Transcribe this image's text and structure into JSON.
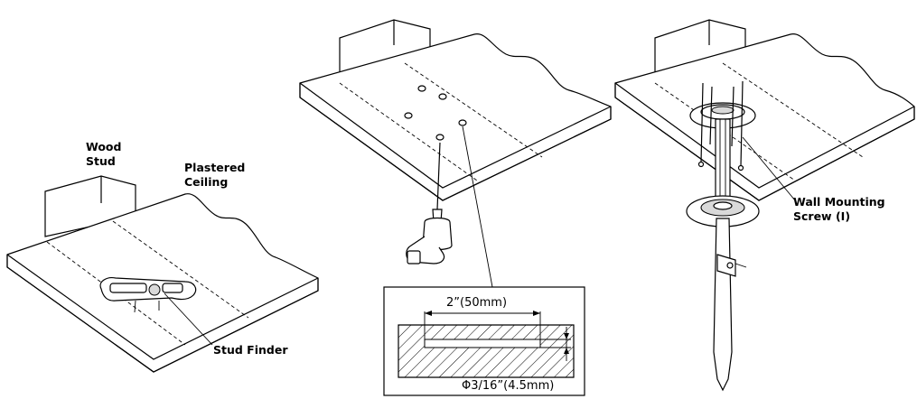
{
  "panel1": {
    "wood_stud_line1": "Wood",
    "wood_stud_line2": "Stud",
    "plastered_ceiling_line1": "Plastered",
    "plastered_ceiling_line2": "Ceiling",
    "stud_finder": "Stud Finder"
  },
  "panel2": {
    "hole_spacing": "2”(50mm)",
    "hole_diameter": "Φ3/16”(4.5mm)"
  },
  "panel3": {
    "screw_label_line1": "Wall Mounting",
    "screw_label_line2": "Screw (I)"
  }
}
